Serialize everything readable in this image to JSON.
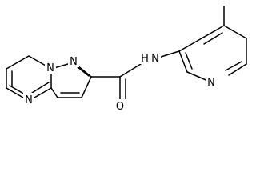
{
  "molecule": {
    "atom_labels": {
      "n1": "N",
      "n2": "N",
      "n3": "N",
      "o": "O",
      "nh": "N",
      "h": "H",
      "n4": "N"
    }
  },
  "colors": {
    "bond": "#000000",
    "background": "#ffffff"
  }
}
